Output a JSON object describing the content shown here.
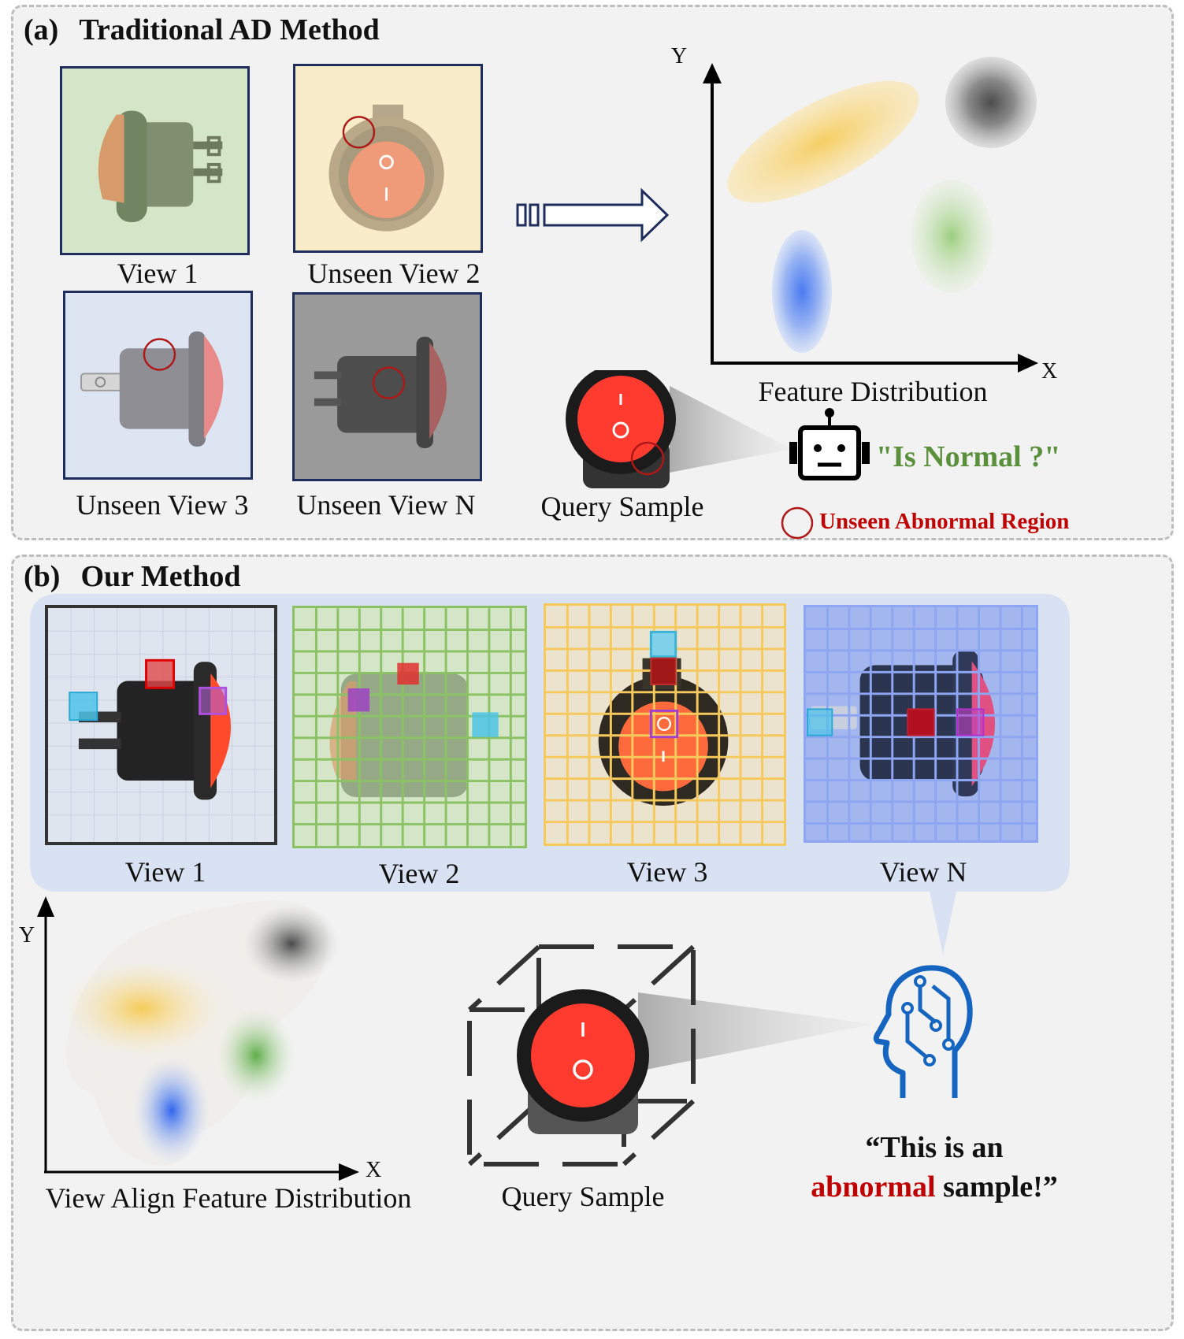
{
  "panel_a": {
    "label": "(a)",
    "title": "Traditional AD  Method",
    "views": [
      "View 1",
      "Unseen View 2",
      "Unseen View 3",
      "Unseen View N"
    ],
    "chart_title": "Feature Distribution",
    "axis_x": "X",
    "axis_y": "Y",
    "query_caption": "Query Sample",
    "question": "\"Is Normal ?\"",
    "legend": "Unseen Abnormal Region"
  },
  "panel_b": {
    "label": "(b)",
    "title": "Our Method",
    "views": [
      "View 1",
      "View 2",
      "View 3",
      "View N"
    ],
    "chart_title": "View Align Feature Distribution",
    "axis_x": "X",
    "axis_y": "Y",
    "query_caption": "Query Sample",
    "answer_line1": "“This is an",
    "answer_red": "abnormal",
    "answer_rest": " sample!”"
  },
  "colors": {
    "view_green": "#d4e6c7",
    "view_yellow": "#f8ecc9",
    "view_blue": "#dde4f2",
    "view_gray": "#9a9a9a",
    "switch_red": "#ff3b30",
    "accent_red": "#c00000",
    "accent_green": "#5a8f3b",
    "grid_green": "#8cc266",
    "grid_yellow": "#f6c95c",
    "grid_blue": "#8ea6f2",
    "head_blue": "#1565c0"
  }
}
